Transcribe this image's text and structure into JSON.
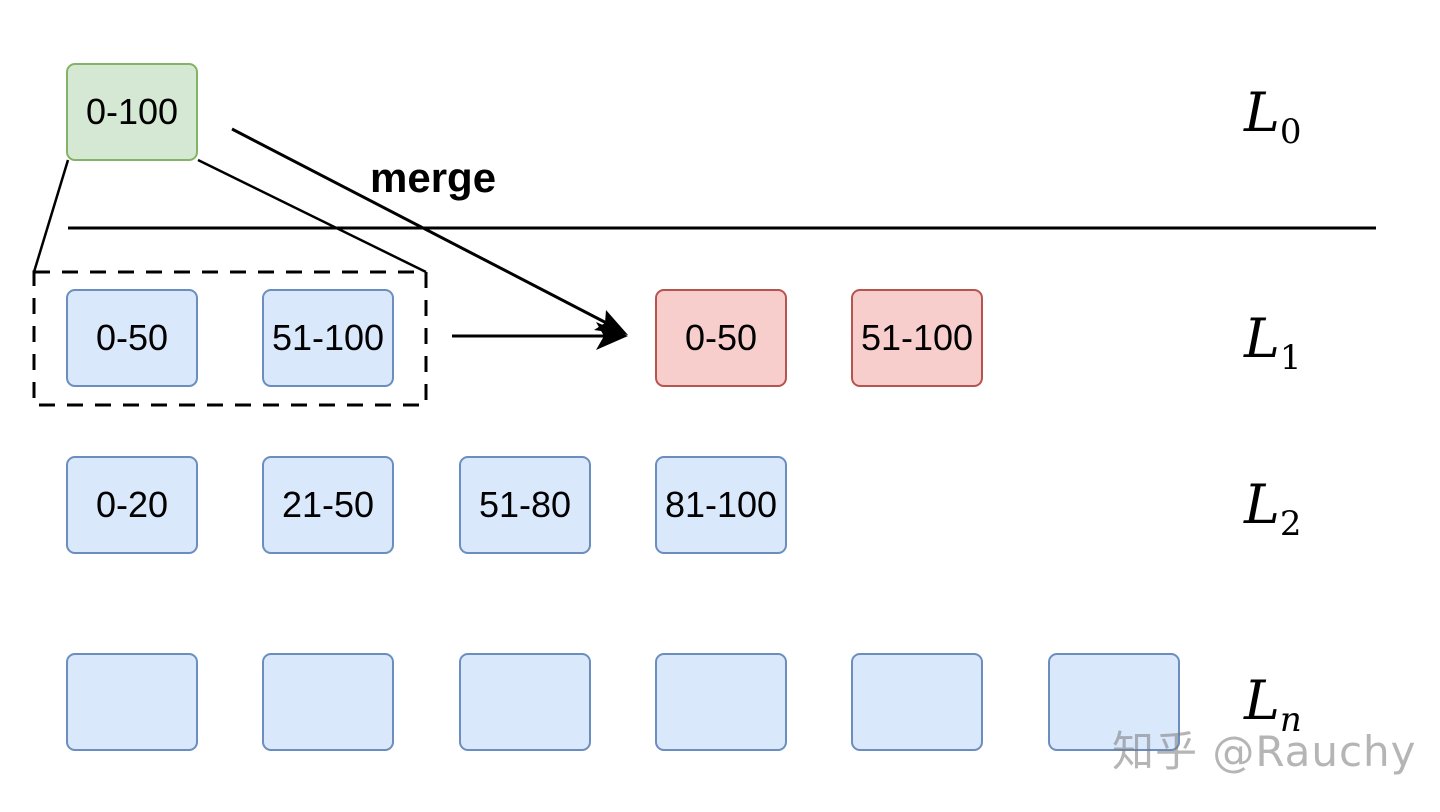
{
  "level0": {
    "label": "L",
    "sub": "0",
    "blocks": [
      "0-100"
    ]
  },
  "level1": {
    "label": "L",
    "sub": "1",
    "old_blocks": [
      "0-50",
      "51-100"
    ],
    "new_blocks": [
      "0-50",
      "51-100"
    ]
  },
  "level2": {
    "label": "L",
    "sub": "2",
    "blocks": [
      "0-20",
      "21-50",
      "51-80",
      "81-100"
    ]
  },
  "leveln": {
    "label": "L",
    "sub": "n",
    "blocks": [
      "",
      "",
      "",
      "",
      "",
      ""
    ]
  },
  "merge_label": "merge",
  "watermark": "知乎 @Rauchy",
  "colors": {
    "green_fill": "#d5e8d4",
    "green_stroke": "#82b366",
    "blue_fill": "#dae8fc",
    "blue_stroke": "#6c8ebf",
    "red_fill": "#f8cecc",
    "red_stroke": "#b85450"
  }
}
